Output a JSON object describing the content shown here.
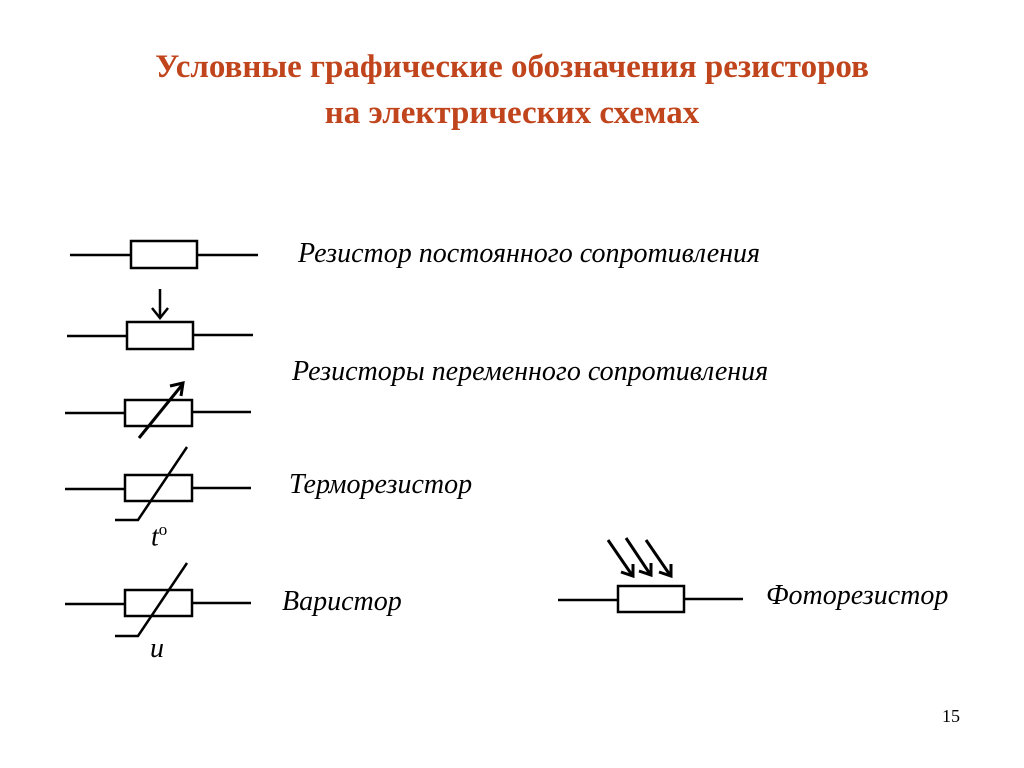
{
  "title": {
    "line1": "Условные графические обозначения резисторов",
    "line2": "на электрических схемах"
  },
  "labels": {
    "fixed": "Резистор  постоянного сопротивления",
    "variable": "Резисторы переменного сопротивления",
    "thermistor": "Терморезистор",
    "varistor": "Варистор",
    "photoresistor": "Фоторезистор"
  },
  "symbols": {
    "thermistor_letter": "t",
    "thermistor_degree": "o",
    "varistor_letter": "u"
  },
  "page_number": "15",
  "colors": {
    "title": "#c0441c"
  }
}
